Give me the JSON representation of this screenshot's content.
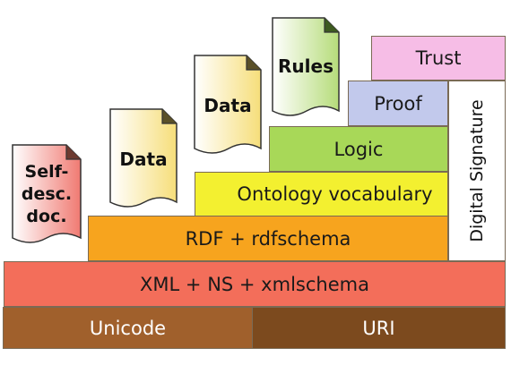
{
  "layers": {
    "unicode": "Unicode",
    "uri": "URI",
    "xml": "XML + NS + xmlschema",
    "rdf": "RDF + rdfschema",
    "ontology": "Ontology vocabulary",
    "logic": "Logic",
    "proof": "Proof",
    "trust": "Trust",
    "digital_signature": "Digital Signature"
  },
  "documents": {
    "self_desc": [
      "Self-",
      "desc.",
      "doc."
    ],
    "data_1": "Data",
    "data_2": "Data",
    "rules": "Rules"
  },
  "colors": {
    "unicode": "#a0602c",
    "uri": "#7c4a1e",
    "xml": "#f36e5a",
    "rdf": "#f7a41e",
    "ontology": "#f3f030",
    "logic": "#a8d858",
    "proof": "#c2c9ec",
    "trust": "#f6bde6",
    "signature": "#ffffff"
  }
}
